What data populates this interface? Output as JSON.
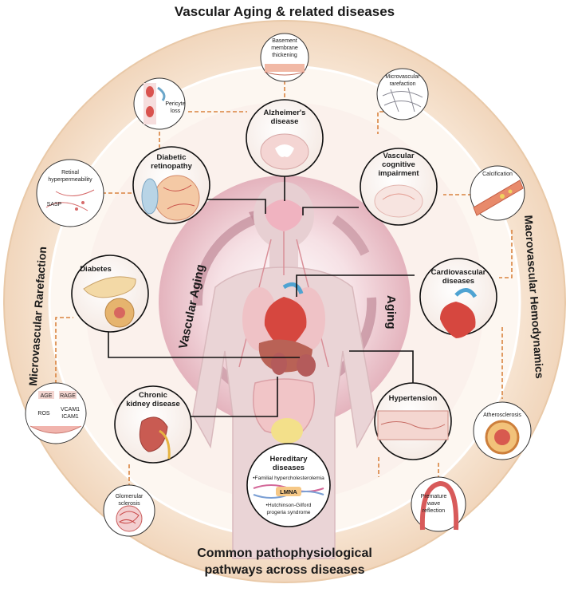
{
  "title": "Vascular Aging & related diseases",
  "footer": {
    "line1": "Common pathophysiological",
    "line2": "pathways across diseases"
  },
  "ring_labels": {
    "left": "Microvascular Rarefaction",
    "right": "Macrovascular Hemodynamics",
    "inner_left": "Vascular Aging",
    "inner_right": "Aging"
  },
  "diseases": {
    "alzheimers": {
      "line1": "Alzheimer's",
      "line2": "disease"
    },
    "diabetic_retinopathy": {
      "line1": "Diabetic",
      "line2": "retinopathy"
    },
    "vascular_cognitive": {
      "line1": "Vascular",
      "line2": "cognitive",
      "line3": "impairment"
    },
    "diabetes": {
      "line1": "Diabetes"
    },
    "cardiovascular": {
      "line1": "Cardiovascular",
      "line2": "diseases"
    },
    "chronic_kidney": {
      "line1": "Chronic",
      "line2": "kidney disease"
    },
    "hypertension": {
      "line1": "Hypertension"
    },
    "hereditary": {
      "line1": "Hereditary",
      "line2": "diseases",
      "item1": "•Familial hypercholesterolemia",
      "gene": "LMNA",
      "item2a": "•Hutchinson-Gilford",
      "item2b": "progeria syndrome"
    }
  },
  "satellites": {
    "basement": {
      "line1": "Basement",
      "line2": "membrane",
      "line3": "thickening"
    },
    "pericyte": {
      "line1": "Pericyte",
      "line2": "loss"
    },
    "micro_rarefaction": {
      "line1": "Microvascular",
      "line2": "rarefaction"
    },
    "retinal": {
      "line1": "Retinal",
      "line2": "hyperpermeability",
      "line3": "SASP"
    },
    "calcification": {
      "line1": "Calcification"
    },
    "age_rage": {
      "age": "AGE",
      "rage": "RAGE",
      "ros": "ROS",
      "vcam": "VCAM1",
      "icam": "ICAM1"
    },
    "atherosclerosis": {
      "line1": "Atherosclerosis"
    },
    "glomerular": {
      "line1": "Glomerular",
      "line2": "sclerosis"
    },
    "premature_wave": {
      "line1": "Premature",
      "line2": "wave",
      "line3": "reflection"
    }
  },
  "colors": {
    "ring_outer": "#f6e3cf",
    "ring_inner": "#fdf6ee",
    "center_glow": "#e8b9c2",
    "arrow": "#b97a8a",
    "connector": "#d9833f",
    "body": "#e9d3d6",
    "vessel": "#d96b6b"
  }
}
